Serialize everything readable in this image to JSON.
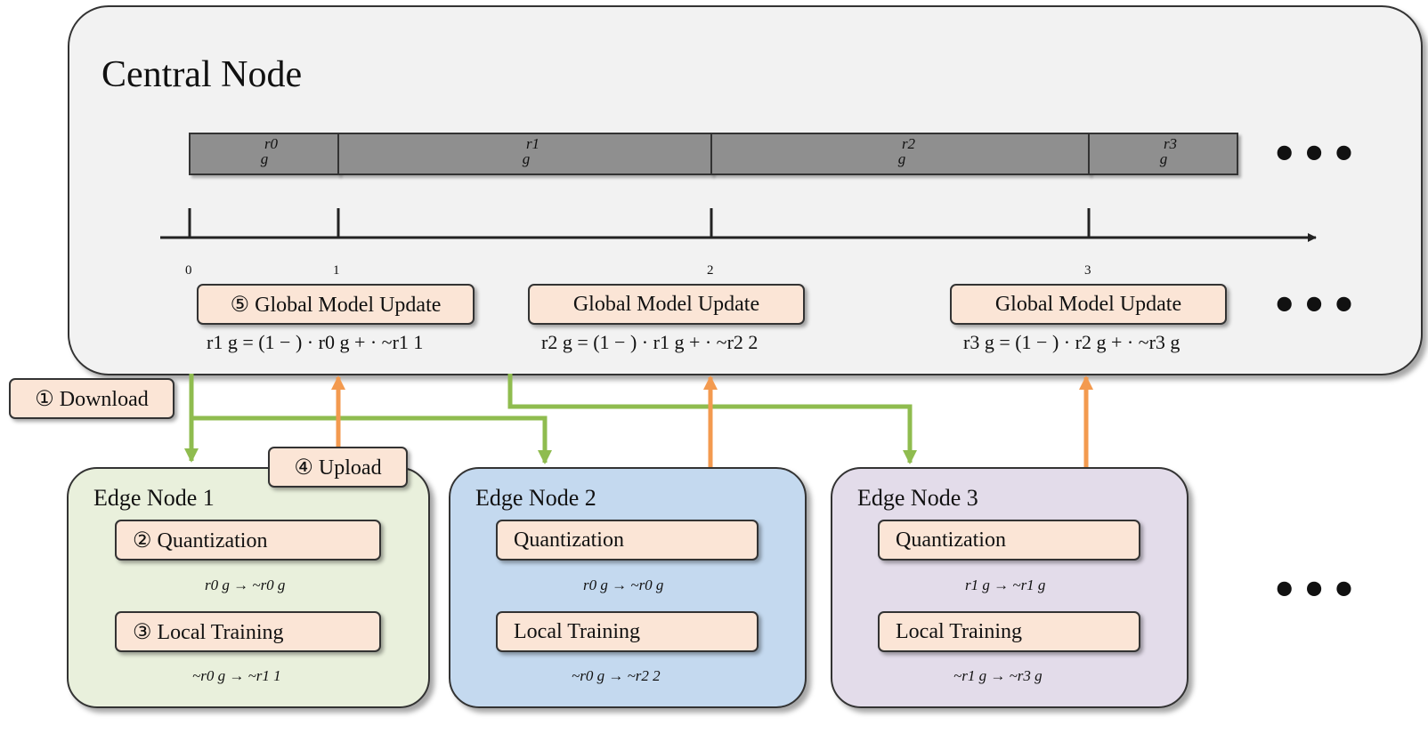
{
  "central": {
    "title": "Central Node",
    "segments": [
      {
        "sup": "r0",
        "base": "g"
      },
      {
        "sup": "r1",
        "base": "g"
      },
      {
        "sup": "r2",
        "base": "g"
      },
      {
        "sup": "r3",
        "base": "g"
      }
    ],
    "ticks": [
      "0",
      "1",
      "2",
      "3"
    ],
    "dots": "•••",
    "updates": [
      {
        "label": "⑤ Global Model Update",
        "equation": "r1 g = (1 − ) · r0 g + · ~r1 1"
      },
      {
        "label": "Global Model Update",
        "equation": "r2 g = (1 − ) · r1 g + · ~r2 2"
      },
      {
        "label": "Global Model Update",
        "equation": "r3 g = (1 − ) · r2 g + · ~r3 g"
      }
    ]
  },
  "steps": {
    "download": "① Download",
    "upload": "④ Upload"
  },
  "edges": [
    {
      "title": "Edge Node 1",
      "quant_label": "② Quantization",
      "train_label": "③ Local Training",
      "quant_transition": "r0 g → ~r0 g",
      "train_transition": "~r0 g → ~r1 1"
    },
    {
      "title": "Edge Node 2",
      "quant_label": "Quantization",
      "train_label": "Local Training",
      "quant_transition": "r0 g → ~r0 g",
      "train_transition": "~r0 g → ~r2 2"
    },
    {
      "title": "Edge Node 3",
      "quant_label": "Quantization",
      "train_label": "Local Training",
      "quant_transition": "r1 g → ~r1 g",
      "train_transition": "~r1 g → ~r3 g"
    }
  ],
  "colors": {
    "download_arrow": "#8fbc4f",
    "upload_arrow": "#f39a4f",
    "edge1_bg": "#e9f0dc",
    "edge2_bg": "#c4d9ef",
    "edge3_bg": "#e3dcea",
    "box_bg": "#fbe5d6",
    "segment_bg": "#8f8f8f"
  }
}
